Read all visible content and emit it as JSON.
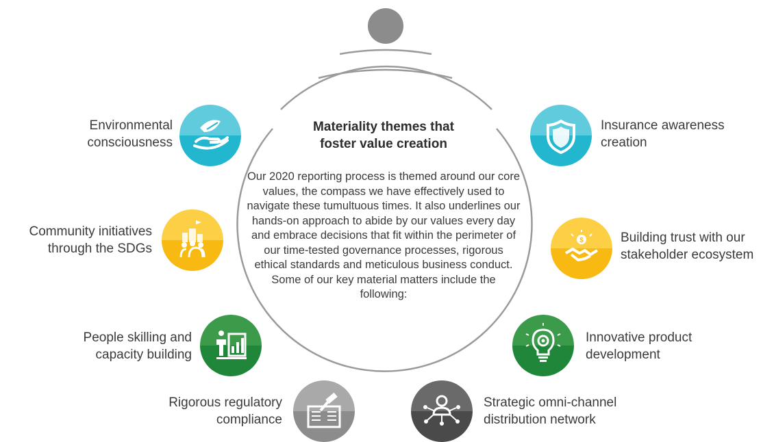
{
  "center": {
    "title_line1": "Materiality themes that",
    "title_line2": "foster value creation",
    "body": "Our 2020 reporting process is themed around our core values, the compass we have effectively used to navigate these tumultuous times. It also underlines our hands-on approach to abide by our values every day and embrace decisions that fit within the perimeter of our time-tested governance processes, rigorous ethical standards and meticulous business conduct. Some of our key material matters include the following:"
  },
  "themes": {
    "environmental": {
      "line1": "Environmental",
      "line2": "consciousness",
      "icon": "hand-leaf-icon",
      "color_top": "#5fcbdc",
      "color_bottom": "#22b6cf"
    },
    "community": {
      "line1": "Community initiatives",
      "line2": "through the SDGs",
      "icon": "community-icon",
      "color_top": "#fccf44",
      "color_bottom": "#f8b912"
    },
    "people": {
      "line1": "People skilling and",
      "line2": "capacity building",
      "icon": "growth-chart-icon",
      "color_top": "#3c9a4b",
      "color_bottom": "#20873a"
    },
    "regulatory": {
      "line1": "Rigorous regulatory",
      "line2": "compliance",
      "icon": "gavel-book-icon",
      "color_top": "#a9a9a9",
      "color_bottom": "#8c8c8c"
    },
    "insurance": {
      "line1": "Insurance awareness",
      "line2": "creation",
      "icon": "shield-icon",
      "color_top": "#5fcbdc",
      "color_bottom": "#22b6cf"
    },
    "trust": {
      "line1": "Building trust with our",
      "line2": "stakeholder ecosystem",
      "icon": "handshake-icon",
      "color_top": "#fccf44",
      "color_bottom": "#f8b912"
    },
    "innovative": {
      "line1": "Innovative product",
      "line2": "development",
      "icon": "lightbulb-gear-icon",
      "color_top": "#3c9a4b",
      "color_bottom": "#20873a"
    },
    "omnichannel": {
      "line1": "Strategic omni-channel",
      "line2": "distribution network",
      "icon": "network-person-icon",
      "color_top": "#6a6a6a",
      "color_bottom": "#4a4a4a"
    }
  }
}
